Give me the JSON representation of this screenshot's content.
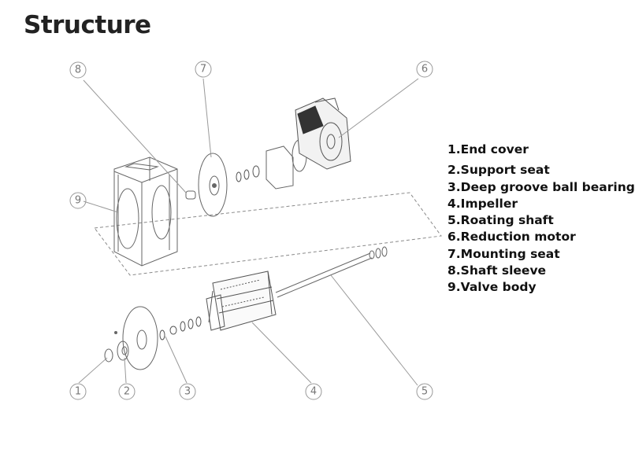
{
  "title": "Structure",
  "legend": [
    "1.End cover",
    "2.Support seat",
    "3.Deep groove ball bearing",
    "4.Impeller",
    "5.Roating shaft",
    "6.Reduction motor",
    "7.Mounting seat",
    "8.Shaft sleeve",
    "9.Valve body"
  ],
  "callouts": [
    "1",
    "2",
    "3",
    "4",
    "5",
    "6",
    "7",
    "8",
    "9"
  ],
  "colors": {
    "line": "#8a8a8a",
    "dark": "#444444",
    "text": "#111111"
  }
}
